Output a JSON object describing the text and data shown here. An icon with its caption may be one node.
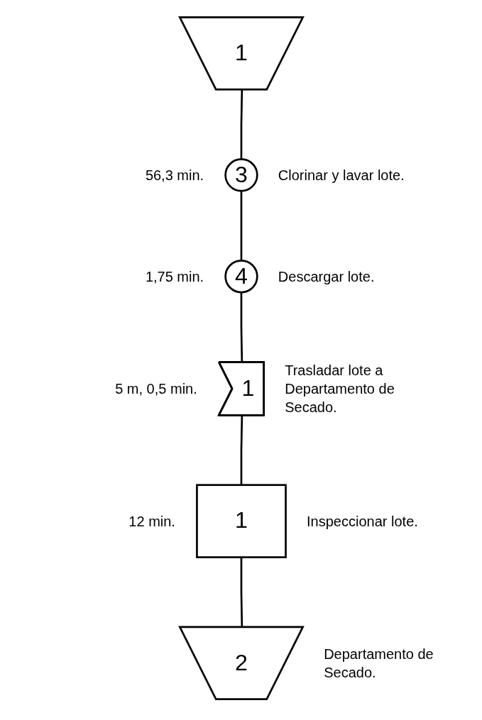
{
  "diagram": {
    "nodes": [
      {
        "text": [
          "1"
        ]
      },
      {
        "text": [
          "3"
        ],
        "beside": [
          "56,3 min.",
          "Clorinar y lavar lote."
        ]
      },
      {
        "text": [
          "4"
        ],
        "beside": [
          "1,75 min.",
          "Descargar lote."
        ]
      },
      {
        "text": [
          "1"
        ],
        "beside": [
          "5 m, 0,5 min.",
          "Trasladar lote a Departamento de Secado."
        ]
      },
      {
        "text": [
          "1"
        ],
        "beside": [
          "12 min.",
          "Inspeccionar lote."
        ]
      },
      {
        "text": [
          "2"
        ],
        "beside": [
          "Departamento de Secado."
        ]
      }
    ],
    "edges": [
      {
        "from": 0,
        "to": 1,
        "arrow": "none"
      },
      {
        "from": 1,
        "to": 2,
        "arrow": "none"
      },
      {
        "from": 2,
        "to": 3,
        "arrow": "none"
      },
      {
        "from": 3,
        "to": 4,
        "arrow": "none"
      },
      {
        "from": 4,
        "to": 5,
        "arrow": "none"
      }
    ]
  }
}
